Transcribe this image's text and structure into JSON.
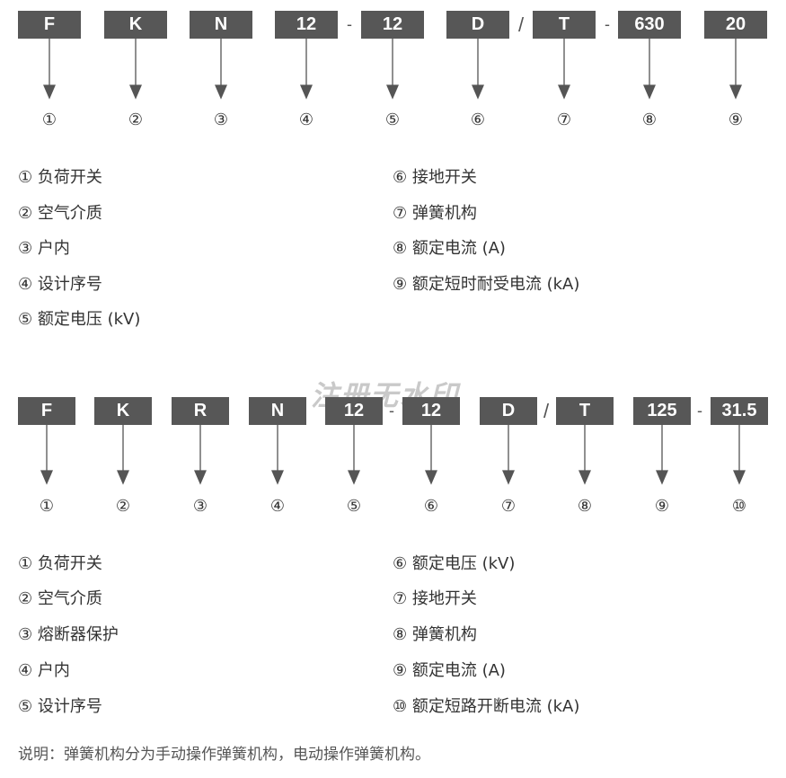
{
  "diagram1": {
    "codes": [
      "F",
      "K",
      "N",
      "12",
      "12",
      "D",
      "T",
      "630",
      "20"
    ],
    "separators": [
      "",
      "",
      "",
      "-",
      "",
      "/",
      "-",
      ""
    ],
    "numbers": [
      "①",
      "②",
      "③",
      "④",
      "⑤",
      "⑥",
      "⑦",
      "⑧",
      "⑨"
    ],
    "legend_left": [
      "① 负荷开关",
      "② 空气介质",
      "③ 户内",
      "④ 设计序号",
      "⑤ 额定电压 (kV)"
    ],
    "legend_right": [
      "⑥ 接地开关",
      "⑦ 弹簧机构",
      "⑧ 额定电流 (A)",
      "⑨ 额定短时耐受电流 (kA)"
    ]
  },
  "diagram2": {
    "codes": [
      "F",
      "K",
      "R",
      "N",
      "12",
      "12",
      "D",
      "T",
      "125",
      "31.5"
    ],
    "separators": [
      "",
      "",
      "",
      "",
      "-",
      "",
      "/",
      "",
      "-"
    ],
    "numbers": [
      "①",
      "②",
      "③",
      "④",
      "⑤",
      "⑥",
      "⑦",
      "⑧",
      "⑨",
      "⑩"
    ],
    "legend_left": [
      "① 负荷开关",
      "② 空气介质",
      "③ 熔断器保护",
      "④ 户内",
      "⑤ 设计序号"
    ],
    "legend_right": [
      "⑥ 额定电压 (kV)",
      "⑦ 接地开关",
      "⑧ 弹簧机构",
      "⑨ 额定电流 (A)",
      "⑩ 额定短路开断电流 (kA)"
    ]
  },
  "watermark": "注册无水印",
  "note": "说明：弹簧机构分为手动操作弹簧机构，电动操作弹簧机构。",
  "colors": {
    "box_bg": "#575757",
    "box_text": "#ffffff",
    "text": "#333333",
    "arrow": "#555555"
  }
}
